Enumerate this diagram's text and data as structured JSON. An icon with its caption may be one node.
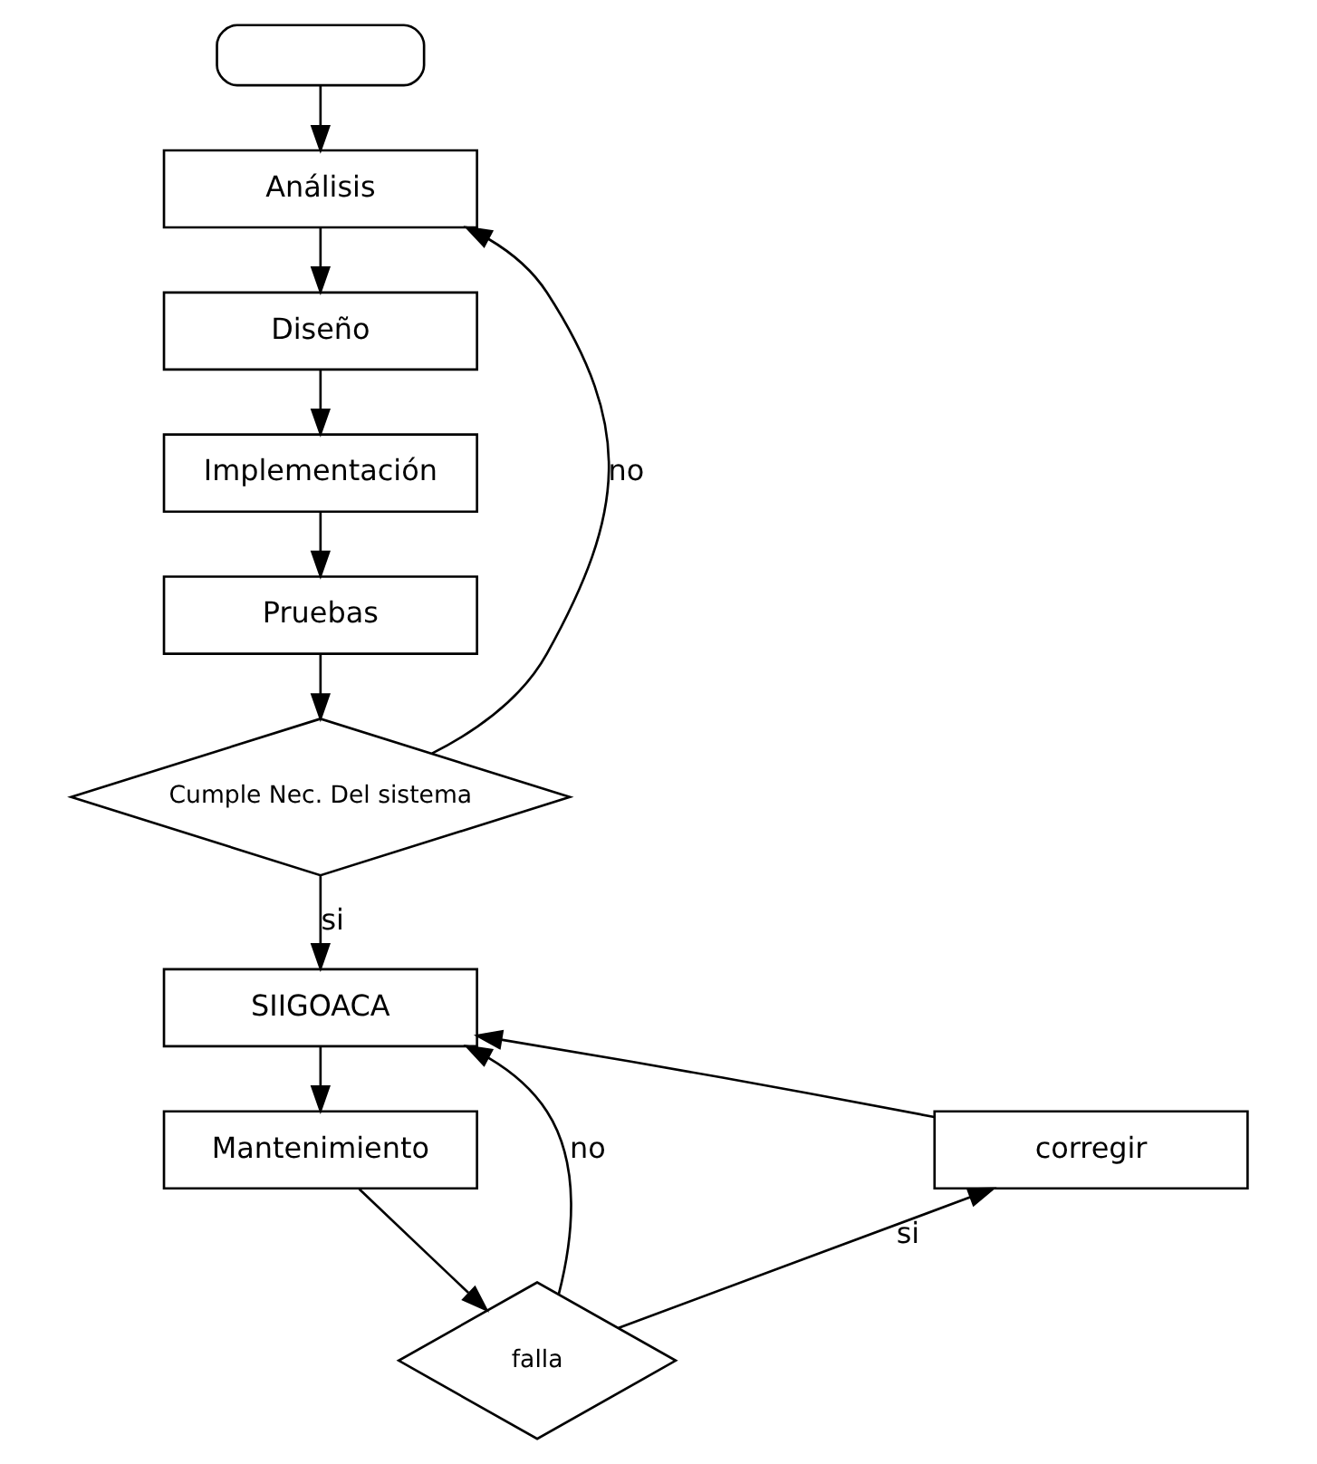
{
  "diagram": {
    "nodes": [
      {
        "text": [],
        "shape": "pill"
      },
      {
        "text": [
          "Análisis"
        ]
      },
      {
        "text": [
          "Diseño"
        ]
      },
      {
        "text": [
          "Implementación"
        ]
      },
      {
        "text": [
          "Pruebas"
        ]
      },
      {
        "text": [
          "Cumple Nec. Del sistema"
        ]
      },
      {
        "text": [
          "SIIGOACA"
        ]
      },
      {
        "text": [
          "Mantenimiento"
        ]
      },
      {
        "text": [
          "falla"
        ]
      },
      {
        "text": [
          "corregir"
        ]
      }
    ],
    "edges": [
      {
        "from": 0,
        "to": 1,
        "arrow": "to"
      },
      {
        "from": 1,
        "to": 2,
        "arrow": "to"
      },
      {
        "from": 2,
        "to": 3,
        "arrow": "to"
      },
      {
        "from": 3,
        "to": 4,
        "arrow": "to"
      },
      {
        "from": 4,
        "to": 5,
        "arrow": "to"
      },
      {
        "from": 5,
        "to": 1,
        "label": "no",
        "arrow": "to"
      },
      {
        "from": 5,
        "to": 6,
        "label": "si",
        "arrow": "to"
      },
      {
        "from": 6,
        "to": 7,
        "arrow": "to"
      },
      {
        "from": 7,
        "to": 8,
        "arrow": "to"
      },
      {
        "from": 8,
        "to": 9,
        "label": "si",
        "arrow": "to"
      },
      {
        "from": 9,
        "to": 6,
        "arrow": "to"
      },
      {
        "from": 8,
        "to": 6,
        "label": "no",
        "arrow": "to"
      }
    ]
  }
}
